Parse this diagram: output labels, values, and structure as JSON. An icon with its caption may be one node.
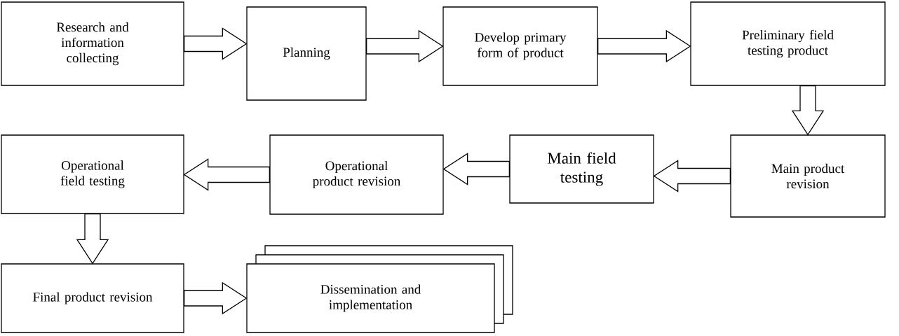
{
  "diagram": {
    "nodes": [
      {
        "text": [
          "Research and information collecting"
        ]
      },
      {
        "text": [
          "Planning"
        ]
      },
      {
        "text": [
          "Develop primary form of product"
        ]
      },
      {
        "text": [
          "Preliminary field testing product"
        ]
      },
      {
        "text": [
          "Main product revision"
        ]
      },
      {
        "text": [
          "Main field testing"
        ]
      },
      {
        "text": [
          "Operational product revision"
        ]
      },
      {
        "text": [
          "Operational field testing"
        ]
      },
      {
        "text": [
          "Final product revision"
        ]
      },
      {
        "text": [
          "Dissemination and implementation"
        ]
      }
    ],
    "edges": [
      {
        "from": 0,
        "to": 1,
        "arrow": "to"
      },
      {
        "from": 1,
        "to": 2,
        "arrow": "to"
      },
      {
        "from": 2,
        "to": 3,
        "arrow": "to"
      },
      {
        "from": 3,
        "to": 4,
        "arrow": "to"
      },
      {
        "from": 4,
        "to": 5,
        "arrow": "to"
      },
      {
        "from": 5,
        "to": 6,
        "arrow": "to"
      },
      {
        "from": 6,
        "to": 7,
        "arrow": "to"
      },
      {
        "from": 7,
        "to": 8,
        "arrow": "to"
      },
      {
        "from": 8,
        "to": 9,
        "arrow": "to"
      }
    ]
  }
}
